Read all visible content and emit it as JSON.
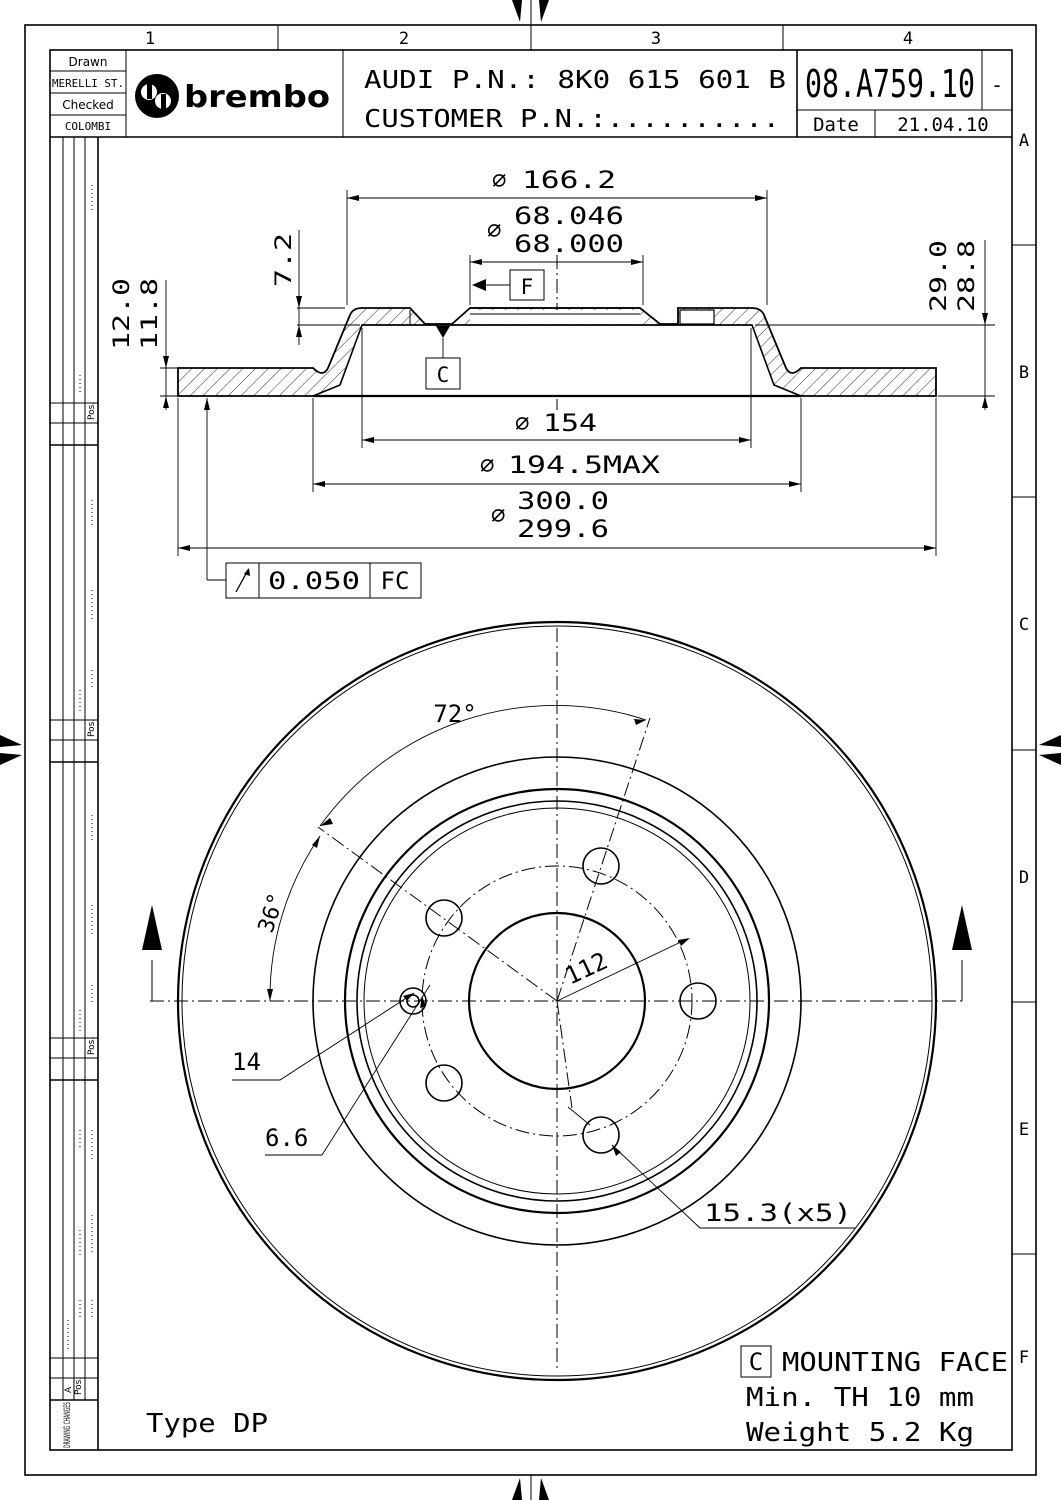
{
  "grid": {
    "columns": [
      "1",
      "2",
      "3",
      "4"
    ],
    "rows": [
      "A",
      "B",
      "C",
      "D",
      "E",
      "F"
    ]
  },
  "title_block": {
    "drawn_label": "Drawn",
    "drawn_by": "MERELLI ST.",
    "checked_label": "Checked",
    "checked_by": "COLOMBI",
    "brand": "brembo",
    "oem_pn_line": "AUDI P.N.: 8K0 615 601 B",
    "customer_pn_line": "CUSTOMER P.N.:..........",
    "drawing_number": "08.A759.10",
    "revision": "-",
    "date_label": "Date",
    "date": "21.04.10"
  },
  "side_strip": {
    "pos_label": "Pos.",
    "a_label": "A",
    "drawing_changes": "DRAWING CHANGES"
  },
  "section_view": {
    "d_hat_outer": "166.2",
    "d_bore_max": "68.046",
    "d_bore_min": "68.000",
    "hat_thickness": "7.2",
    "datum_f": "F",
    "datum_c": "C",
    "thickness_nominal": "12.0",
    "thickness_min": "11.8",
    "height_max": "29.0",
    "height_min": "28.8",
    "d_inner": "154",
    "d_friction_inner": "194.5MAX",
    "d_outer_max": "300.0",
    "d_outer_min": "299.6",
    "runout_value": "0.050",
    "runout_datums": "FC",
    "diameter_symbol": "∅"
  },
  "front_view": {
    "angle_72": "72°",
    "angle_36": "36°",
    "pcd": "112",
    "hole_14": "14",
    "hole_6_6": "6.6",
    "bolt_holes": "15.3(x5)"
  },
  "notes": {
    "datum_box": "C",
    "mounting_face": "MOUNTING FACE",
    "min_thickness": "Min. TH 10 mm",
    "weight": "Weight 5.2 Kg",
    "type": "Type DP"
  }
}
